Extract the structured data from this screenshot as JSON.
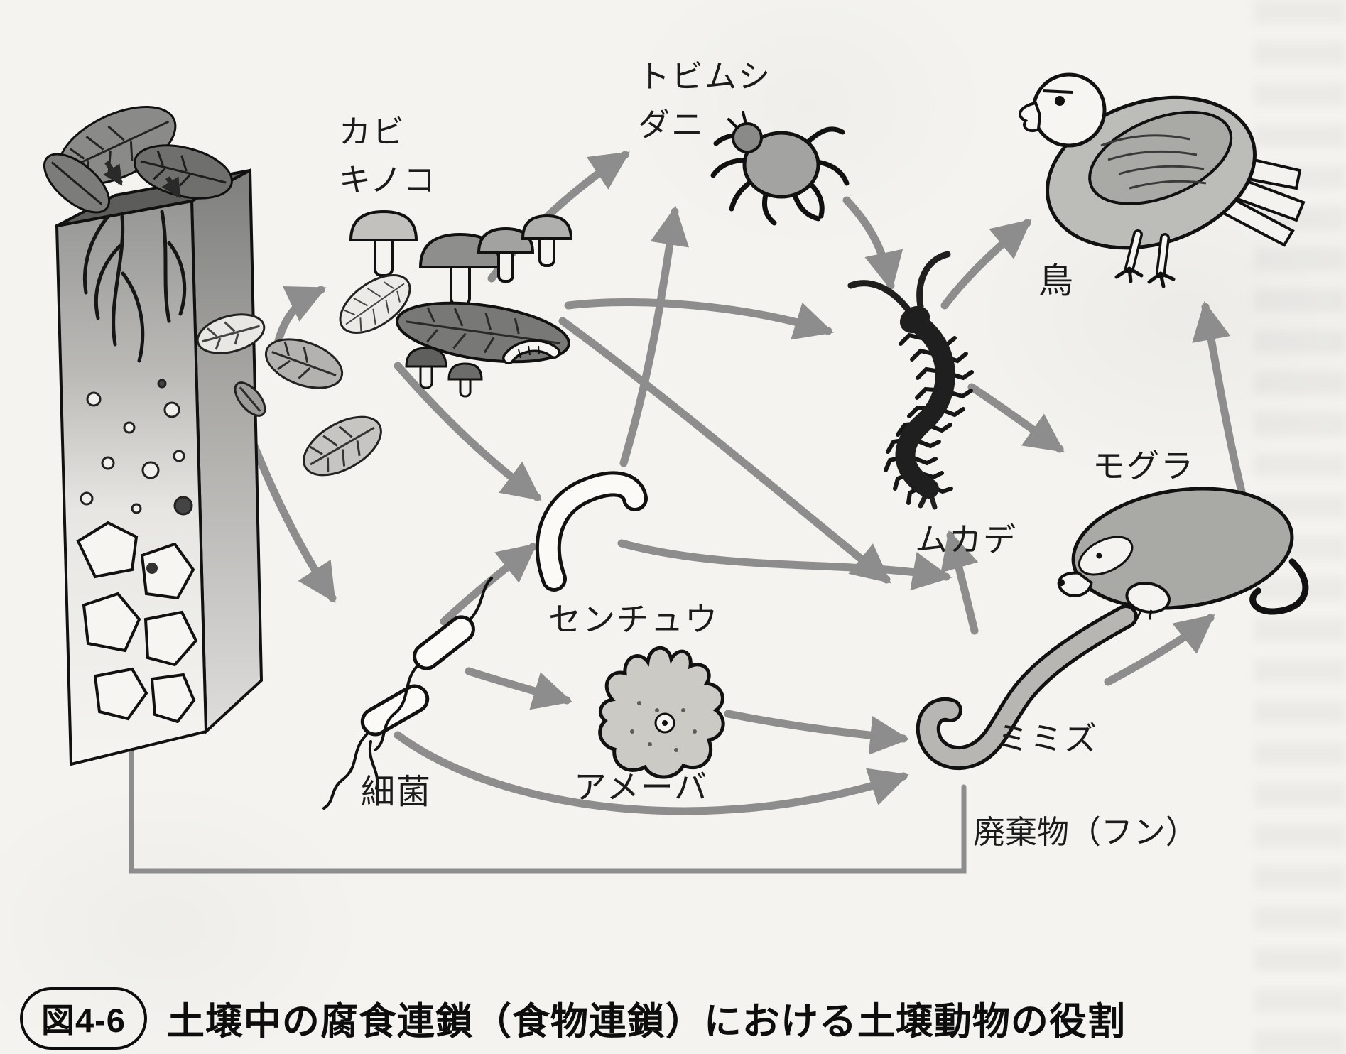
{
  "figure": {
    "badge": "図4-6",
    "caption": "土壌中の腐食連鎖（食物連鎖）における土壌動物の役割"
  },
  "labels": {
    "fungi_line1": "カビ",
    "fungi_line2": "キノコ",
    "springtail": "トビムシ",
    "mite": "ダニ",
    "bird": "鳥",
    "centipede": "ムカデ",
    "mole": "モグラ",
    "nematode": "センチュウ",
    "bacteria": "細菌",
    "amoeba": "アメーバ",
    "earthworm": "ミミズ",
    "waste": "廃棄物（フン）"
  },
  "edges": [
    {
      "from": "soil_litter",
      "to": "fungi"
    },
    {
      "from": "soil_litter",
      "to": "bacteria"
    },
    {
      "from": "fungi",
      "to": "springtail_mite"
    },
    {
      "from": "fungi",
      "to": "nematode"
    },
    {
      "from": "fungi",
      "to": "centipede"
    },
    {
      "from": "fungi",
      "to": "earthworm"
    },
    {
      "from": "bacteria",
      "to": "nematode"
    },
    {
      "from": "bacteria",
      "to": "amoeba"
    },
    {
      "from": "bacteria",
      "to": "earthworm"
    },
    {
      "from": "nematode",
      "to": "springtail_mite"
    },
    {
      "from": "nematode",
      "to": "earthworm"
    },
    {
      "from": "amoeba",
      "to": "earthworm"
    },
    {
      "from": "springtail_mite",
      "to": "centipede"
    },
    {
      "from": "centipede",
      "to": "bird"
    },
    {
      "from": "centipede",
      "to": "mole"
    },
    {
      "from": "earthworm",
      "to": "centipede"
    },
    {
      "from": "earthworm",
      "to": "mole"
    },
    {
      "from": "mole",
      "to": "bird"
    },
    {
      "from": "earthworm",
      "to": "soil_litter",
      "via": "waste"
    }
  ],
  "colors": {
    "paper": "#f4f3ef",
    "ink": "#1b1b1b",
    "arrow": "#8d8d8d",
    "dark_fill": "#1f1f1f",
    "gray_fill": "#a9a9a6"
  }
}
